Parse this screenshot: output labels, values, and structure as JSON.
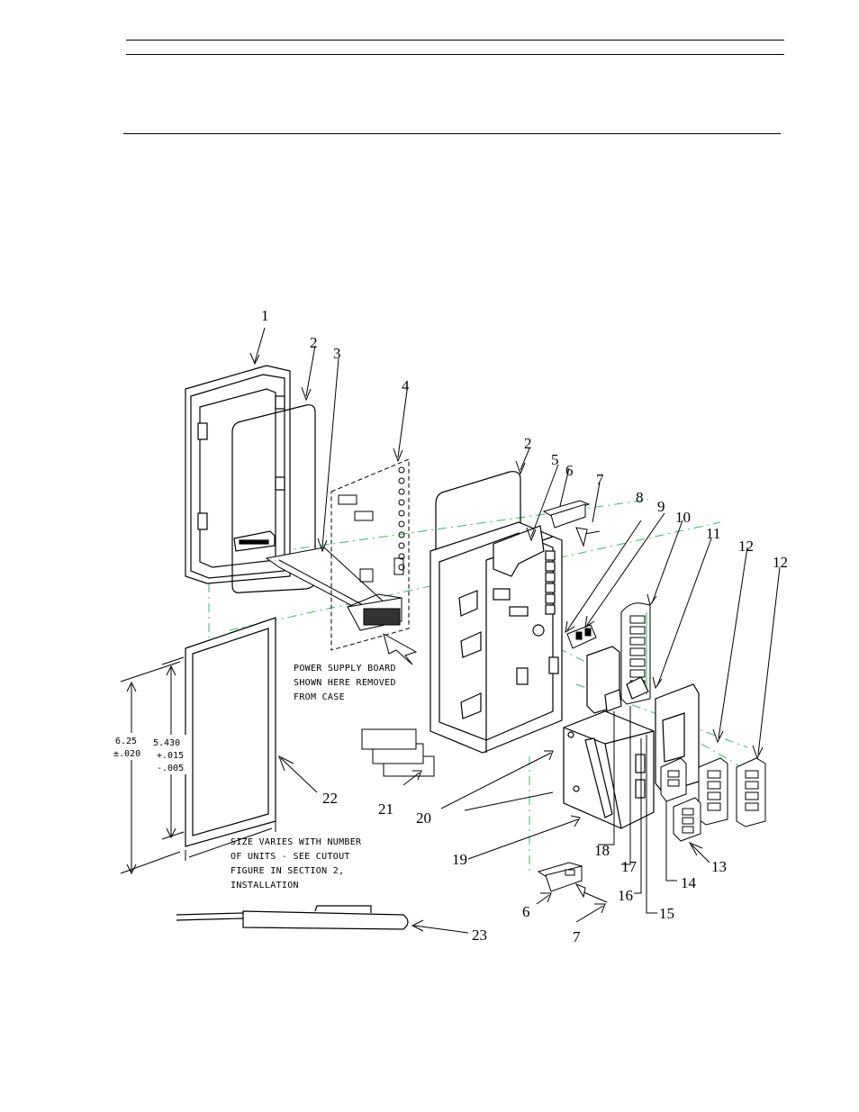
{
  "callouts": {
    "c1": "1",
    "c2a": "2",
    "c2b": "2",
    "c3": "3",
    "c4": "4",
    "c5": "5",
    "c6a": "6",
    "c6b": "6",
    "c7a": "7",
    "c7b": "7",
    "c8": "8",
    "c9": "9",
    "c10": "10",
    "c11": "11",
    "c12a": "12",
    "c12b": "12",
    "c13": "13",
    "c14": "14",
    "c15": "15",
    "c16": "16",
    "c17": "17",
    "c18": "18",
    "c19": "19",
    "c20": "20",
    "c21": "21",
    "c22": "22",
    "c23": "23"
  },
  "notes": {
    "power_supply": [
      "POWER SUPPLY BOARD",
      "SHOWN HERE REMOVED",
      "FROM CASE"
    ],
    "size_varies": [
      "SIZE VARIES WITH NUMBER",
      "OF UNITS - SEE CUTOUT",
      "FIGURE IN SECTION 2,",
      "INSTALLATION"
    ]
  },
  "dimensions": {
    "outer_value": "6.25",
    "outer_tol": "±.020",
    "inner_value": "5.430",
    "inner_tol_plus": "+.015",
    "inner_tol_minus": "-.005"
  },
  "colors": {
    "ink": "#000000",
    "centerline": "#22c55e",
    "hidden": "#555555"
  }
}
